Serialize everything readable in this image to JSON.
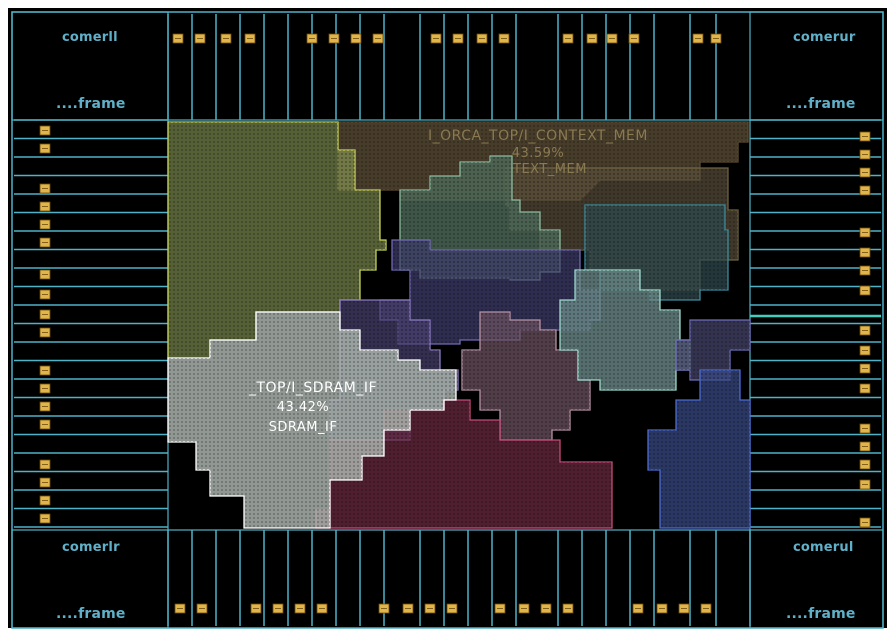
{
  "corners": {
    "top_left": {
      "name": "comerll",
      "frame": "....frame"
    },
    "top_right": {
      "name": "comerur",
      "frame": "....frame"
    },
    "bottom_left": {
      "name": "comerlr",
      "frame": "....frame"
    },
    "bottom_right": {
      "name": "comerul",
      "frame": "....frame"
    }
  },
  "blocks": {
    "context_mem": {
      "path": "I_ORCA_TOP/I_CONTEXT_MEM",
      "percent": "43.59%",
      "short": "TEXT_MEM"
    },
    "sdram_if": {
      "path": "_TOP/I_SDRAM_IF",
      "percent": "43.42%",
      "short": "SDRAM_IF"
    }
  },
  "colors": {
    "background": "#000000",
    "frame_line": "#4fb3c8",
    "pad_fill": "#e0b64a",
    "corner_text": "#5fb0c8",
    "sdram_region": "#aab3ad",
    "context_region": "#6b5c3f",
    "left_region": "#8fa05a"
  }
}
